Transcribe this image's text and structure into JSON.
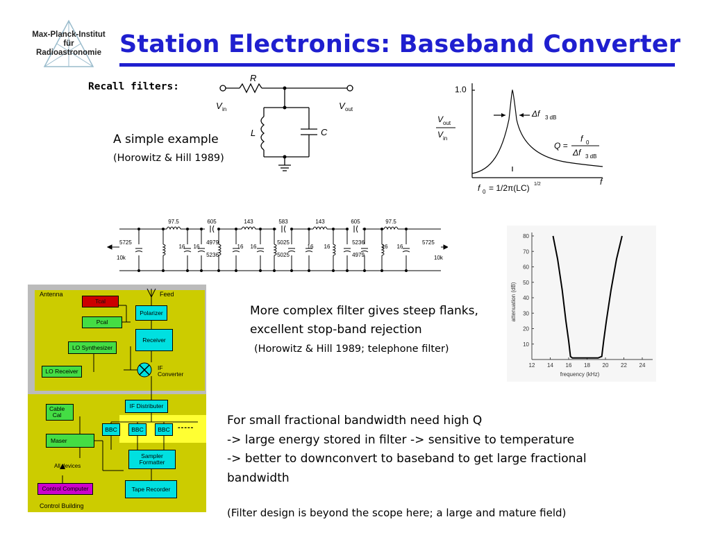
{
  "header": {
    "title": "Station Electronics: Baseband Converter",
    "logo_lines": [
      "Max-Planck-Institut",
      "für",
      "Radioastronomie"
    ]
  },
  "colors": {
    "title": "#1f1fcf",
    "panel": "#cccc00",
    "block_cyan": "#00e0e0",
    "block_green": "#44dd44",
    "block_red": "#cc0000",
    "block_magenta": "#cc00cc",
    "highlight": "#ffff33"
  },
  "text": {
    "recall": "Recall filters:",
    "simple_example": "A simple example",
    "cite_simple": "(Horowitz & Hill 1989)",
    "complex_line1": "More complex filter gives steep flanks,",
    "complex_line2": "excellent stop-band rejection",
    "cite_complex": "(Horowitz & Hill 1989; telephone filter)",
    "bw_lines": [
      "For small fractional bandwidth need high Q",
      "-> large energy stored in filter -> sensitive to temperature",
      "-> better to downconvert to baseband to get large fractional",
      "bandwidth"
    ],
    "scope": "(Filter design is beyond the scope here; a large and mature field)"
  },
  "rlc_circuit": {
    "R": "R",
    "L": "L",
    "C": "C",
    "Vin": "V",
    "Vin_sub": "in",
    "Vout": "V",
    "Vout_sub": "out"
  },
  "resonance_plot": {
    "y_tick": "1.0",
    "y_label_top": "V",
    "y_label_top_sub": "out",
    "y_label_bot": "V",
    "y_label_bot_sub": "in",
    "x_label": "f",
    "delta_label": "Δf",
    "delta_sub": "3 dB",
    "q_label": "Q =",
    "q_num": "f",
    "q_num_sub": "0",
    "q_den": "Δf",
    "q_den_sub": "3 dB",
    "f0_label": "f",
    "f0_sub": "0",
    "f0_formula": "= 1/2π(LC)",
    "f0_exp": "1/2"
  },
  "ladder": {
    "top_values": [
      "97.5",
      "605",
      "143",
      "583",
      "143",
      "605",
      "97.5"
    ],
    "left_r": "10k",
    "right_r": "10k",
    "left_c": "5725",
    "right_c": "5725",
    "shunt_values": [
      "16",
      "16",
      "4979",
      "5236",
      "16",
      "16",
      "5025",
      "5025",
      "16",
      "16",
      "5236",
      "4979",
      "16",
      "16"
    ]
  },
  "chart_data": {
    "type": "line",
    "title": "",
    "xlabel": "frequency (kHz)",
    "ylabel": "attenuation (dB)",
    "xlim": [
      12,
      24
    ],
    "ylim": [
      0,
      80
    ],
    "x_ticks": [
      "12",
      "14",
      "16",
      "18",
      "20",
      "22",
      "24"
    ],
    "y_ticks": [
      "10",
      "20",
      "30",
      "40",
      "50",
      "60",
      "70",
      "80"
    ],
    "series": [
      {
        "x": [
          14.3,
          14.8,
          15.3,
          15.7,
          16.0,
          16.2,
          16.4,
          17.0,
          18.0,
          19.2,
          19.6,
          19.8,
          20.1,
          20.6,
          21.2,
          21.8
        ],
        "y": [
          80,
          65,
          45,
          25,
          12,
          2,
          1,
          1,
          1,
          1,
          2,
          12,
          25,
          45,
          65,
          80
        ]
      }
    ]
  },
  "block_diagram": {
    "antenna": "Antenna",
    "feed": "Feed",
    "tcal": "Tcal",
    "pcal": "Pcal",
    "polarizer": "Polarizer",
    "receiver": "Receiver",
    "lo_synth": "LO Synthesizer",
    "lo_receiver": "LO Receiver",
    "if_converter": "IF\nConverter",
    "if_distributer": "IF Distributer",
    "cable_cal": "Cable\nCal",
    "maser": "Maser",
    "all_devices": "All devices",
    "bbc": "BBC",
    "sampler": "Sampler\nFormatter",
    "tape": "Tape Recorder",
    "control_computer": "Control Computer",
    "control_building": "Control Building",
    "dashes": "-----"
  }
}
